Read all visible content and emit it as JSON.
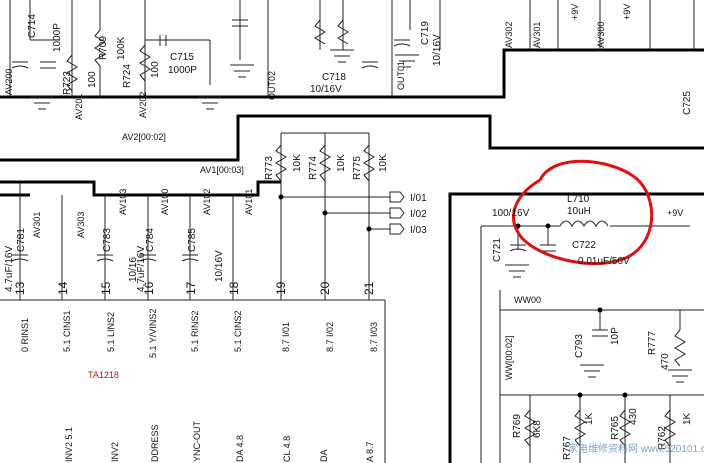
{
  "parts": {
    "C714": {
      "ref": "C714",
      "val": "1000P"
    },
    "R709": {
      "ref": "R709",
      "val": "100K"
    },
    "R724": {
      "ref": "R724",
      "val": "100"
    },
    "C715": {
      "ref": "C715",
      "val": "1000P"
    },
    "R723": {
      "ref": "R723",
      "val": "100"
    },
    "C718": {
      "ref": "C718",
      "val": "10/16V"
    },
    "C719": {
      "ref": "C719",
      "val": "10/16V"
    },
    "R773": {
      "ref": "R773",
      "val": "10K"
    },
    "R774": {
      "ref": "R774",
      "val": "10K"
    },
    "R775": {
      "ref": "R775",
      "val": "10K"
    },
    "C781": {
      "ref": "C781",
      "val": "4.7uF/16V"
    },
    "C783": {
      "ref": "C783",
      "val": "10/16"
    },
    "C784": {
      "ref": "C784",
      "val": "4.7uF/16V"
    },
    "C785": {
      "ref": "C785",
      "val": "10/16V"
    },
    "L710": {
      "ref": "L710",
      "val": "10uH"
    },
    "C721": {
      "ref": "C721",
      "val": "100/16V"
    },
    "C722": {
      "ref": "C722",
      "val": "0.01uF/50V"
    },
    "C793": {
      "ref": "C793",
      "val": "10P"
    },
    "R777": {
      "ref": "R777",
      "val": "470"
    },
    "R769": {
      "ref": "R769",
      "val": "6K8"
    },
    "R767": {
      "ref": "R767",
      "val": "1K"
    },
    "R765": {
      "ref": "R765",
      "val": "430"
    },
    "R762": {
      "ref": "R762",
      "val": "1K"
    }
  },
  "nets": {
    "av200": "AV200",
    "av201": "AV201",
    "av202": "AV202",
    "out02": "OUT02",
    "out01": "OUT01",
    "av302": "AV302",
    "av301": "AV301",
    "av300": "AV300",
    "av303": "AV303",
    "av301b": "AV301",
    "av103": "AV103",
    "av100": "AV100",
    "av102": "AV102",
    "av101": "AV101",
    "av2bus": "AV2[00:02]",
    "av1bus": "AV1[00:03]",
    "ww00": "WW00",
    "wwbus": "WW[00:02]",
    "plus9v_top1": "+9V",
    "plus9v_top2": "+9V",
    "plus9v_right": "+9V",
    "c725": "C725",
    "io1": "I/01",
    "io2": "I/02",
    "io3": "I/03",
    "chip_part": "TA1218"
  },
  "pins": {
    "p13": "13",
    "p14": "14",
    "p15": "15",
    "p16": "16",
    "p17": "17",
    "p18": "18",
    "p19": "19",
    "p20": "20",
    "p21": "21"
  },
  "pin_names": {
    "n13": "0 RINS1",
    "n14": "5.1 CINS1",
    "n15": "5.1 LINS2",
    "n16": "5.1 Y/VINS2",
    "n17": "5.1 RINS2",
    "n18": "5.1 CINS2",
    "n19": "8.7 I/01",
    "n20": "8.7 I/02",
    "n21": "8.7 I/03"
  },
  "bottom_labels": {
    "b1": "INV2 5.1",
    "b2": "INV2",
    "b3": "DDRESS",
    "b4": "YNC-OUT",
    "b5": "DA 4.8",
    "b6": "CL 4.8",
    "b7": "DA",
    "b8": "A 8.7"
  },
  "watermark": "家电维修资料网 www.520101.com",
  "colors": {
    "annotation_circle": "#e01010",
    "ink": "#111111",
    "chip_part_text": "#c01818",
    "watermark": "#7fa3c8"
  }
}
